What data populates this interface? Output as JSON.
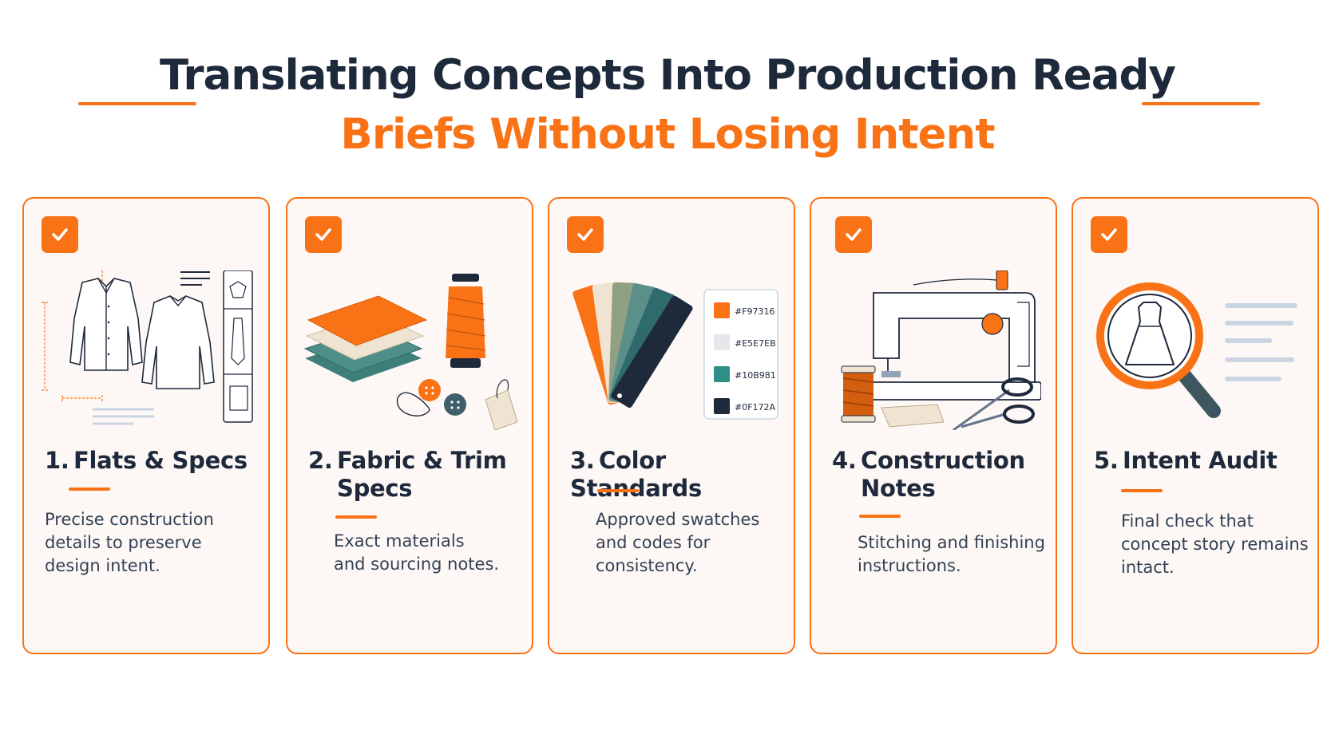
{
  "header": {
    "title_line1": "Translating Concepts Into Production Ready",
    "title_line2": "Briefs Without Losing Intent"
  },
  "colors": {
    "accent": "#f97316",
    "dark": "#1e293b",
    "card_bg": "#fdf8f5"
  },
  "cards": [
    {
      "number": "1.",
      "title_line1": "Flats & Specs",
      "title_line2": "",
      "desc_lines": [
        "Precise construction",
        "details to preserve",
        "design intent."
      ],
      "icon": "shirt-flats-icon"
    },
    {
      "number": "2.",
      "title_line1": "Fabric & Trim",
      "title_line2": "Specs",
      "desc_lines": [
        "Exact materials",
        "and sourcing notes."
      ],
      "icon": "fabric-swatches-icon"
    },
    {
      "number": "3.",
      "title_line1": "Color Standards",
      "title_line2": "",
      "desc_lines": [
        "Approved swatches",
        "and codes for",
        "consistency."
      ],
      "icon": "color-fan-icon",
      "swatches": [
        "#F97316",
        "#E5E7EB",
        "#10B981",
        "#0F172A"
      ]
    },
    {
      "number": "4.",
      "title_line1": "Construction",
      "title_line2": "Notes",
      "desc_lines": [
        "Stitching and finishing",
        "instructions."
      ],
      "icon": "sewing-machine-icon"
    },
    {
      "number": "5.",
      "title_line1": "Intent Audit",
      "title_line2": "",
      "desc_lines": [
        "Final check that",
        "concept story remains",
        "intact."
      ],
      "icon": "magnifier-dress-icon"
    }
  ]
}
